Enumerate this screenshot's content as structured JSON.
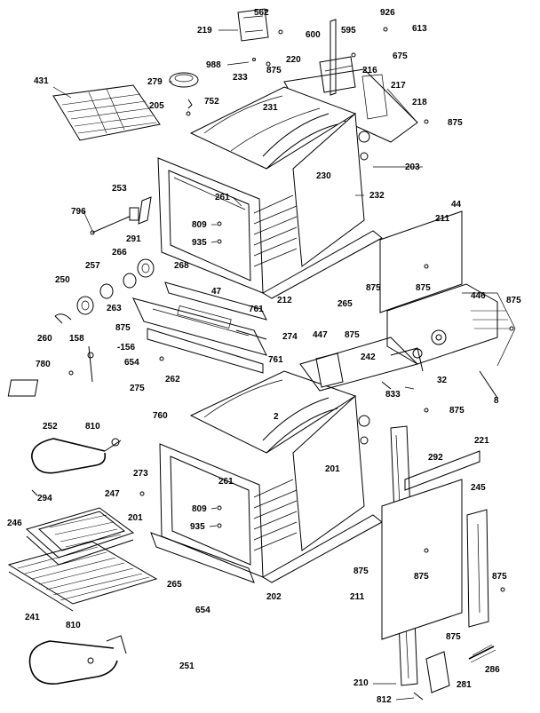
{
  "labels": {
    "l562": "562",
    "l219": "219",
    "l926": "926",
    "l613": "613",
    "l600": "600",
    "l595": "595",
    "l675a": "675",
    "l988": "988",
    "l220": "220",
    "l875a": "875",
    "l216": "216",
    "l217": "217",
    "l218": "218",
    "l875b": "875",
    "l279": "279",
    "l233": "233",
    "l752": "752",
    "l431": "431",
    "l205": "205",
    "l231": "231",
    "l230": "230",
    "l203": "203",
    "l232": "232",
    "l44": "44",
    "l253": "253",
    "l261a": "261",
    "l809a": "809",
    "l796": "796",
    "l935a": "935",
    "l291": "291",
    "l211a": "211",
    "l266": "266",
    "l257": "257",
    "l268": "268",
    "l250": "250",
    "l263": "263",
    "l212": "212",
    "l265": "265",
    "l875c": "875",
    "l875d": "875",
    "l446": "446",
    "l875e": "875",
    "l47": "47",
    "l761a": "761",
    "l260": "260",
    "l875f": "875",
    "l274": "274",
    "l447": "447",
    "l875g": "875",
    "l158": "158",
    "l156": "-156",
    "l242": "242",
    "l780": "780",
    "l654a": "654",
    "l761b": "761",
    "l32": "32",
    "l262": "262",
    "l275": "275",
    "l833": "833",
    "l8": "8",
    "l875h": "875",
    "l252": "252",
    "l810a": "810",
    "l760": "760",
    "l2": "2",
    "l221": "221",
    "l292": "292",
    "l273": "273",
    "l201a": "201",
    "l294": "294",
    "l247": "247",
    "l201b": "201",
    "l261b": "261",
    "l245": "245",
    "l809b": "809",
    "l246": "246",
    "l935b": "935",
    "l875i": "875",
    "l875j": "875",
    "l875k": "875",
    "l241": "241",
    "l265b": "265",
    "l202": "202",
    "l211b": "211",
    "l654b": "654",
    "l810b": "810",
    "l875l": "875",
    "l251": "251",
    "l286": "286",
    "l210": "210",
    "l281": "281",
    "l812": "812"
  }
}
